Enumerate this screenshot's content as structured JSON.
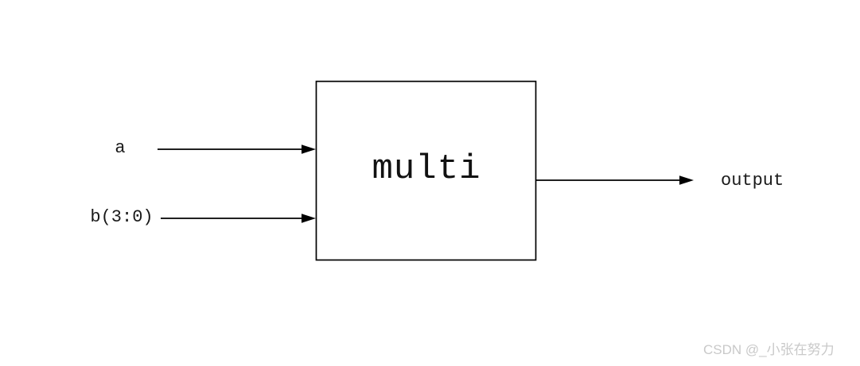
{
  "diagram": {
    "type": "block-diagram",
    "block": {
      "label": "multi"
    },
    "inputs": [
      {
        "label": "a"
      },
      {
        "label": "b(3:0)"
      }
    ],
    "output": {
      "label": "output"
    },
    "line_color": "#000000",
    "block_border_color": "#000000",
    "block_fill_color": "#ffffff"
  },
  "watermark": {
    "text": "CSDN @_小张在努力",
    "color": "#c9c9c9"
  }
}
